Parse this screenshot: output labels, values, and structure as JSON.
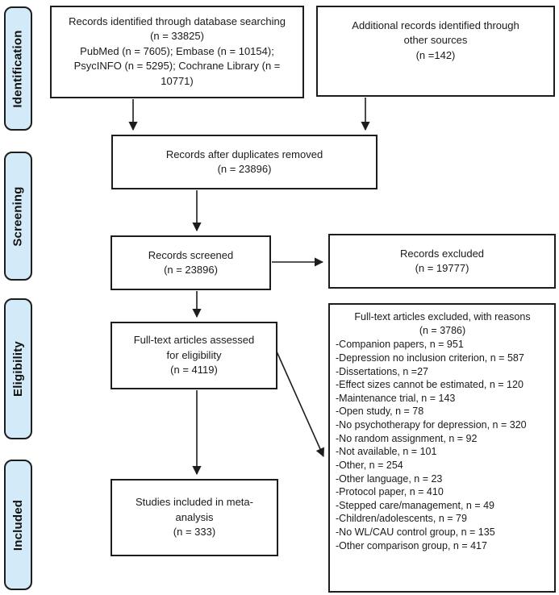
{
  "diagram": {
    "type": "prisma-flowchart",
    "colors": {
      "stage_fill": "#d3eaf8",
      "border": "#1d1d1d",
      "box_fill": "#ffffff"
    },
    "stages": [
      {
        "label": "Identification"
      },
      {
        "label": "Screening"
      },
      {
        "label": "Eligibility"
      },
      {
        "label": "Included"
      }
    ],
    "boxes": {
      "db_search": "Records identified through database searching\n(n = 33825)\nPubMed (n = 7605); Embase (n = 10154);\nPsycINFO (n = 5295); Cochrane Library (n =\n10771)",
      "other_sources": "Additional records identified through\nother sources\n(n =142)",
      "dedup": "Records after duplicates removed\n(n = 23896)",
      "screened": "Records screened\n(n = 23896)",
      "excluded": "Records excluded\n(n = 19777)",
      "fulltext": "Full-text articles assessed\nfor eligibility\n(n = 4119)",
      "ft_excluded_title": "Full-text articles excluded, with reasons\n(n = 3786)",
      "ft_excluded_reasons": [
        "-Companion papers, n = 951",
        "-Depression no inclusion criterion, n = 587",
        "-Dissertations, n =27",
        "-Effect sizes cannot be estimated, n = 120",
        "-Maintenance trial, n = 143",
        "-Open study, n = 78",
        "-No psychotherapy for depression, n = 320",
        "-No random assignment, n = 92",
        "-Not available, n = 101",
        "-Other, n = 254",
        "-Other language, n = 23",
        "-Protocol paper, n = 410",
        "-Stepped care/management, n = 49",
        "-Children/adolescents, n = 79",
        "-No WL/CAU control group, n = 135",
        "-Other comparison group, n = 417"
      ],
      "included": "Studies included in meta-\nanalysis\n(n = 333)"
    }
  }
}
